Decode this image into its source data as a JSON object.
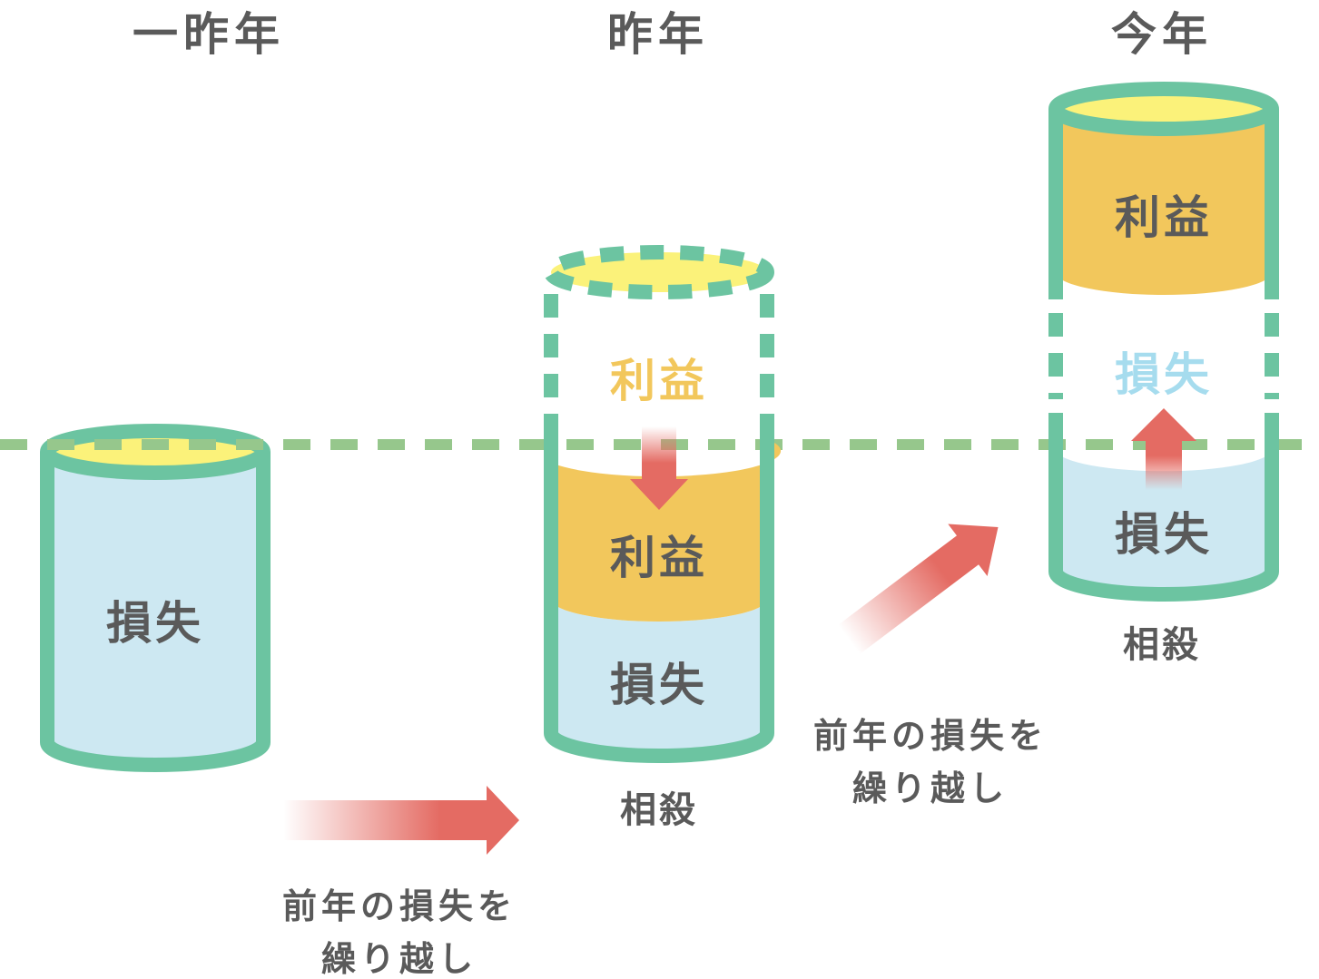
{
  "years": {
    "two_years_ago": "一昨年",
    "last_year": "昨年",
    "this_year": "今年"
  },
  "cylinder_1": {
    "loss_label": "損失"
  },
  "cylinder_2": {
    "ghost_profit_label": "利益",
    "profit_label": "利益",
    "loss_label": "損失",
    "offset_label": "相殺"
  },
  "cylinder_3": {
    "profit_label": "利益",
    "ghost_loss_label": "損失",
    "loss_label": "損失",
    "offset_label": "相殺"
  },
  "carryover_1": {
    "line1": "前年の損失を",
    "line2": "繰り越し"
  },
  "carryover_2": {
    "line1": "前年の損失を",
    "line2": "繰り越し"
  },
  "colors": {
    "outline": "#6cc4a1",
    "loss_fill": "#cde8f2",
    "profit_fill": "#f2c75c",
    "top_fill": "#fbf27a",
    "arrow": "#e46b63",
    "baseline": "#96c78c",
    "text": "#5a5a5a",
    "ghost_profit_text": "#f2c75c",
    "ghost_loss_text": "#a6dcee"
  }
}
